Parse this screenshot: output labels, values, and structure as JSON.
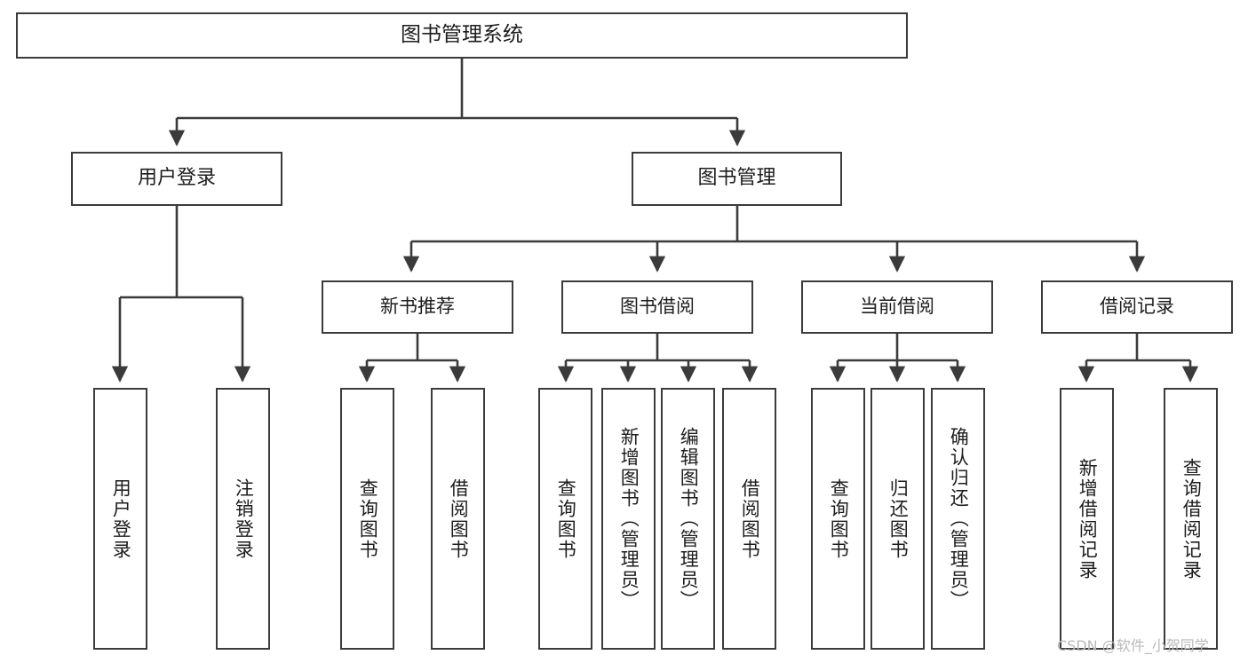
{
  "diagram": {
    "title": "图书管理系统",
    "watermark": "CSDN @软件_小贺同学",
    "colors": {
      "border": "#3b3b3b",
      "fill": "#ffffff",
      "text": "#1d1d1d",
      "connector": "#3b3b3b",
      "watermark": "#b9b9b9"
    },
    "root": {
      "label": "图书管理系统"
    },
    "level2": [
      {
        "label": "用户登录"
      },
      {
        "label": "图书管理"
      }
    ],
    "level3": [
      {
        "label": "新书推荐"
      },
      {
        "label": "图书借阅"
      },
      {
        "label": "当前借阅"
      },
      {
        "label": "借阅记录"
      }
    ],
    "leaves": {
      "user_login": [
        {
          "label": "用户登录"
        },
        {
          "label": "注销登录"
        }
      ],
      "new_book": [
        {
          "label": "查询图书"
        },
        {
          "label": "借阅图书"
        }
      ],
      "book_borrow": [
        {
          "label": "查询图书"
        },
        {
          "label": "新增图书（管理员）"
        },
        {
          "label": "编辑图书（管理员）"
        },
        {
          "label": "借阅图书"
        }
      ],
      "current_borrow": [
        {
          "label": "查询图书"
        },
        {
          "label": "归还图书"
        },
        {
          "label": "确认归还（管理员）"
        }
      ],
      "borrow_record": [
        {
          "label": "新增借阅记录"
        },
        {
          "label": "查询借阅记录"
        }
      ]
    }
  },
  "chart_data": {
    "type": "diagram",
    "title": "图书管理系统",
    "structure": "tree",
    "nodes": [
      {
        "id": "root",
        "label": "图书管理系统",
        "level": 0,
        "parent": null
      },
      {
        "id": "user-login",
        "label": "用户登录",
        "level": 1,
        "parent": "root"
      },
      {
        "id": "book-manage",
        "label": "图书管理",
        "level": 1,
        "parent": "root"
      },
      {
        "id": "new-book",
        "label": "新书推荐",
        "level": 2,
        "parent": "book-manage"
      },
      {
        "id": "book-borrow",
        "label": "图书借阅",
        "level": 2,
        "parent": "book-manage"
      },
      {
        "id": "current-borrow",
        "label": "当前借阅",
        "level": 2,
        "parent": "book-manage"
      },
      {
        "id": "borrow-record",
        "label": "借阅记录",
        "level": 2,
        "parent": "book-manage"
      },
      {
        "id": "ul-1",
        "label": "用户登录",
        "level": 2,
        "parent": "user-login"
      },
      {
        "id": "ul-2",
        "label": "注销登录",
        "level": 2,
        "parent": "user-login"
      },
      {
        "id": "nb-1",
        "label": "查询图书",
        "level": 3,
        "parent": "new-book"
      },
      {
        "id": "nb-2",
        "label": "借阅图书",
        "level": 3,
        "parent": "new-book"
      },
      {
        "id": "bb-1",
        "label": "查询图书",
        "level": 3,
        "parent": "book-borrow"
      },
      {
        "id": "bb-2",
        "label": "新增图书（管理员）",
        "level": 3,
        "parent": "book-borrow"
      },
      {
        "id": "bb-3",
        "label": "编辑图书（管理员）",
        "level": 3,
        "parent": "book-borrow"
      },
      {
        "id": "bb-4",
        "label": "借阅图书",
        "level": 3,
        "parent": "book-borrow"
      },
      {
        "id": "cb-1",
        "label": "查询图书",
        "level": 3,
        "parent": "current-borrow"
      },
      {
        "id": "cb-2",
        "label": "归还图书",
        "level": 3,
        "parent": "current-borrow"
      },
      {
        "id": "cb-3",
        "label": "确认归还（管理员）",
        "level": 3,
        "parent": "current-borrow"
      },
      {
        "id": "br-1",
        "label": "新增借阅记录",
        "level": 3,
        "parent": "borrow-record"
      },
      {
        "id": "br-2",
        "label": "查询借阅记录",
        "level": 3,
        "parent": "borrow-record"
      }
    ]
  }
}
